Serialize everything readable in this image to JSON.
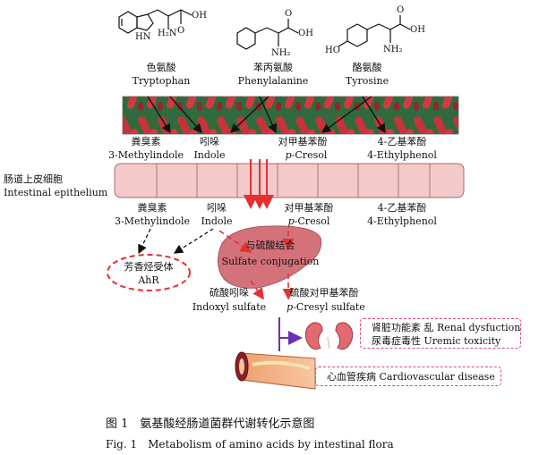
{
  "figure": {
    "molecules": [
      {
        "cn": "色氨酸",
        "en": "Tryptophan",
        "atom_h2n": "H₂N",
        "atom_oh": "OH",
        "atom_o": "O",
        "atom_hn": "HN"
      },
      {
        "cn": "苯丙氨酸",
        "en": "Phenylalanine",
        "atom_nh2": "NH₂",
        "atom_oh": "OH",
        "atom_o": "O"
      },
      {
        "cn": "酪氨酸",
        "en": "Tyrosine",
        "atom_nh2": "NH₂",
        "atom_oh": "OH",
        "atom_o": "O",
        "atom_ho": "HO"
      }
    ],
    "microbes_top": [
      {
        "cn": "粪臭素",
        "en": "3-Methylindole"
      },
      {
        "cn": "吲哚",
        "en": "Indole"
      },
      {
        "cn": "对甲基苯酚",
        "en_prefix": "p",
        "en_rest": "-Cresol"
      },
      {
        "cn": "4-乙基苯酚",
        "en": "4-Ethylphenol"
      }
    ],
    "epithelium": {
      "cn": "肠道上皮细胞",
      "en": "Intestinal epithelium"
    },
    "below_epi": [
      {
        "cn": "粪臭素",
        "en": "3-Methylindole"
      },
      {
        "cn": "吲哚",
        "en": "Indole"
      },
      {
        "cn": "对甲基苯酚",
        "en_prefix": "p",
        "en_rest": "-Cresol"
      },
      {
        "cn": "4-乙基苯酚",
        "en": "4-Ethylphenol"
      }
    ],
    "ahr": {
      "cn": "芳香烃受体",
      "en": "AhR"
    },
    "liver": {
      "cn": "与硫酸结合",
      "en": "Sulfate conjugation"
    },
    "sulfates": [
      {
        "cn": "硫酸吲哚",
        "en": "Indoxyl sulfate"
      },
      {
        "cn": "硫酸对甲基苯酚",
        "en_prefix": "p",
        "en_rest": "-Cresyl sulfate"
      }
    ],
    "outcomes": {
      "renal": {
        "line1": "肾脏功能紊 乱 Renal dysfuction",
        "line2": "尿毒症毒性 Uremic toxicity"
      },
      "cardio": "心血管疾病 Cardiovascular disease"
    }
  },
  "caption": {
    "cn": "图 1　氨基酸经肠道菌群代谢转化示意图",
    "en": "Fig. 1　Metabolism of amino acids by intestinal flora"
  },
  "colors": {
    "red_arrow": "#e53030",
    "purple_arrow": "#6a2fb5",
    "pink_dash": "#d9487a",
    "liver": "#d4727a",
    "epithelium": "#f3c9c9"
  }
}
